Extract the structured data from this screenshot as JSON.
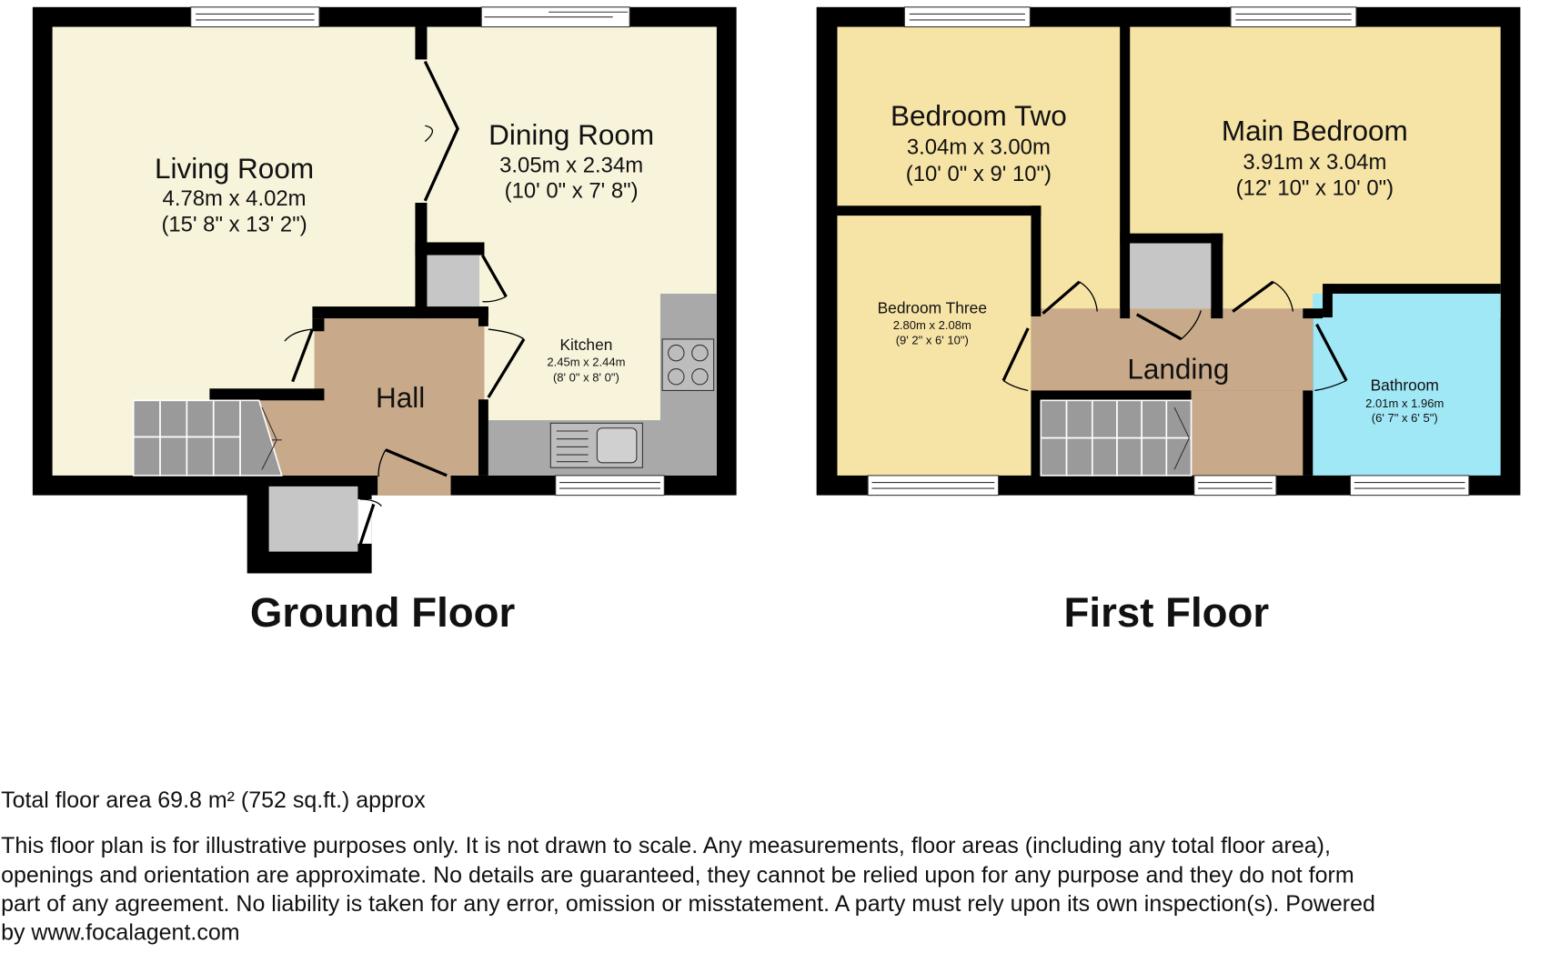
{
  "colors": {
    "wall": "#000000",
    "living": "#f8f4dc",
    "bedroom": "#f6e3a6",
    "hall": "#c8aa8b",
    "bathroom": "#a0e8f6",
    "stairs": "#9a9a9a",
    "counter": "#a9a9a9",
    "cupboard": "#c6c6c6"
  },
  "ground_floor": {
    "title": "Ground Floor",
    "rooms": {
      "living": {
        "name": "Living Room",
        "metric": "4.78m x 4.02m",
        "imperial": "(15' 8\" x 13' 2\")"
      },
      "dining": {
        "name": "Dining Room",
        "metric": "3.05m x 2.34m",
        "imperial": "(10' 0\" x 7' 8\")"
      },
      "kitchen": {
        "name": "Kitchen",
        "metric": "2.45m x 2.44m",
        "imperial": "(8' 0\" x 8' 0\")"
      },
      "hall": {
        "name": "Hall"
      }
    }
  },
  "first_floor": {
    "title": "First Floor",
    "rooms": {
      "bedroom_two": {
        "name": "Bedroom Two",
        "metric": "3.04m x 3.00m",
        "imperial": "(10' 0\" x 9' 10\")"
      },
      "main_bedroom": {
        "name": "Main Bedroom",
        "metric": "3.91m x 3.04m",
        "imperial": "(12' 10\" x 10' 0\")"
      },
      "bedroom_three": {
        "name": "Bedroom Three",
        "metric": "2.80m x 2.08m",
        "imperial": "(9' 2\" x 6' 10\")"
      },
      "bathroom": {
        "name": "Bathroom",
        "metric": "2.01m x 1.96m",
        "imperial": "(6' 7\" x 6' 5\")"
      },
      "landing": {
        "name": "Landing"
      }
    }
  },
  "footer": {
    "total_area": "Total floor area 69.8 m² (752 sq.ft.) approx",
    "disclaimer_lines": [
      "This floor plan is for illustrative purposes only. It is not drawn to scale. Any measurements, floor areas (including any total floor area),",
      "openings and orientation are approximate. No details are guaranteed, they cannot be relied upon for any purpose and they do not form",
      "part of any agreement. No liability is taken for any error, omission or misstatement. A party must rely upon its own inspection(s). Powered",
      "by www.focalagent.com"
    ]
  }
}
